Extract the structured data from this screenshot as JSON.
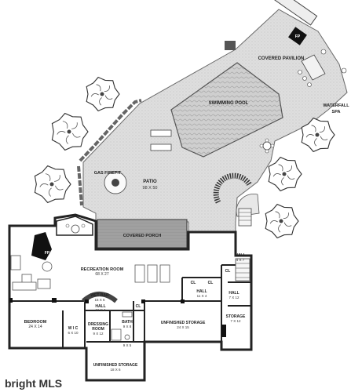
{
  "labels": {
    "covered_pavilion": "COVERED PAVILION",
    "fp_pavilion": "FP",
    "swimming_pool": "SWIMMING POOL",
    "waterfall_spa_1": "WATERFALL",
    "waterfall_spa_2": "SPA",
    "gas_firepit": "GAS FIREPIT",
    "patio": "PATIO",
    "patio_dim": "98 X 50",
    "covered_porch": "COVERED PORCH",
    "recreation_room": "RECREATION ROOM",
    "recreation_room_dim": "68 X 27",
    "fp_rec": "FP",
    "wet_bar": "WET BAR",
    "wet_bar_dim": "15 X 6",
    "hall_a": "HALL",
    "hall_a_dim": "16 X 4",
    "hall_b": "HALL",
    "hall_b_dim": "11 X 4",
    "hall_c": "HALL",
    "hall_c_dim": "4 X 7",
    "hall_d": "HALL",
    "hall_d_dim": "7 X 12",
    "cl_1": "CL",
    "cl_2": "CL",
    "cl_3": "CL",
    "cl_4": "CL",
    "bedroom": "BEDROOM",
    "bedroom_dim": "24 X 14",
    "wic": "W I C",
    "wic_dim": "6 X 10",
    "dressing_room_1": "DRESSING",
    "dressing_room_2": "ROOM",
    "dressing_room_dim": "9 X 12",
    "bath": "BATH",
    "bath_dim": "9 X 8",
    "closet_small_dim": "9 X 5",
    "unfinished_storage_a": "UNFINISHED STORAGE",
    "unfinished_storage_a_dim": "24 X 15",
    "storage": "STORAGE",
    "storage_dim": "7 X 12",
    "unfinished_storage_b": "UNFINISHED STORAGE",
    "unfinished_storage_b_dim": "18 X 6"
  },
  "watermark": "bright MLS",
  "colors": {
    "wall": "#222222",
    "paving": "#dcdcdc",
    "pool": "#c8c8c8",
    "porch_roof": "#9a9a9a"
  }
}
